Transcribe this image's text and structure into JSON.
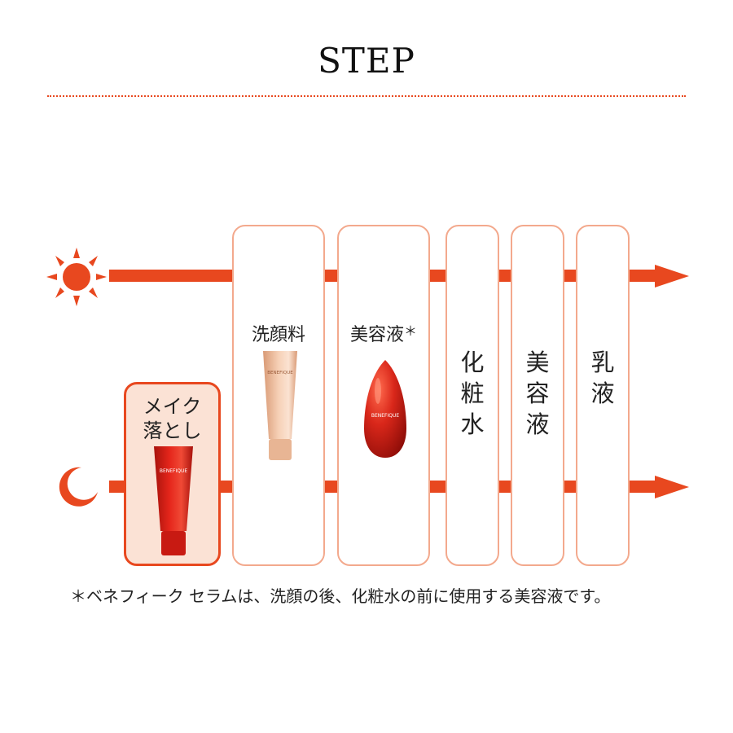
{
  "title": "STEP",
  "icons": {
    "morning": "sun-icon",
    "night": "crescent-moon-icon"
  },
  "colors": {
    "accent": "#e8481f",
    "card_border": "#f3a98d",
    "highlight_fill": "#fbe2d5",
    "text": "#222222"
  },
  "steps": {
    "makeup_remover": {
      "line1": "メイク",
      "line2": "落とし",
      "product_brand": "BENEFIQUE"
    },
    "cleanser": {
      "label": "洗顔料",
      "product_brand": "BENEFIQUE"
    },
    "serum": {
      "label": "美容液",
      "mark": "＊",
      "product_brand": "BENEFIQUE"
    },
    "lotion": {
      "c1": "化",
      "c2": "粧",
      "c3": "水"
    },
    "essence": {
      "c1": "美",
      "c2": "容",
      "c3": "液"
    },
    "emulsion": {
      "c1": "乳",
      "c2": "液"
    }
  },
  "footnote": "＊ベネフィーク セラムは、洗顔の後、化粧水の前に使用する美容液です。"
}
